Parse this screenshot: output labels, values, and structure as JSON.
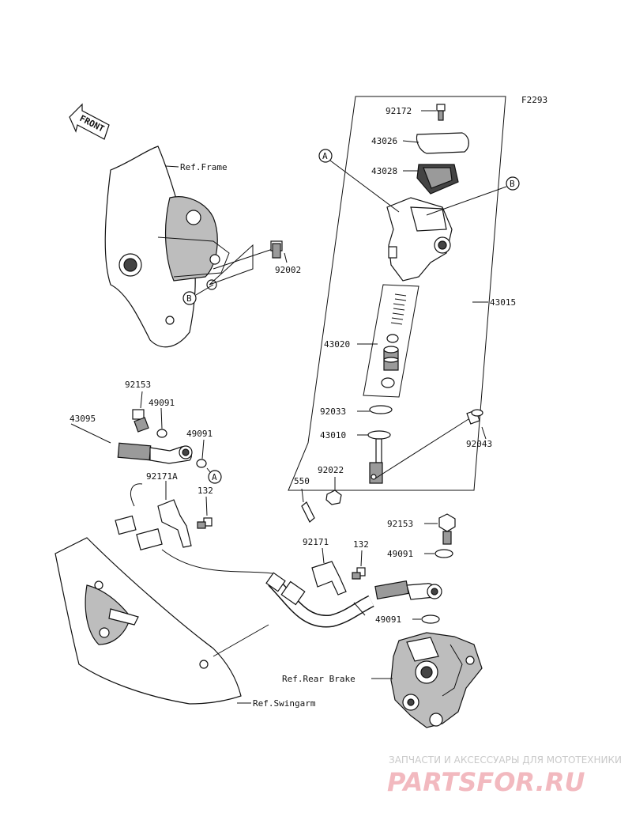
{
  "diagram_code": "F2293",
  "front_label": "FRONT",
  "callouts": {
    "a": "A",
    "b": "B"
  },
  "refs": {
    "frame": "Ref.Frame",
    "rear_brake": "Ref.Rear Brake",
    "swingarm": "Ref.Swingarm"
  },
  "parts": {
    "p92172": "92172",
    "p43026": "43026",
    "p43028": "43028",
    "p92002": "92002",
    "p43015": "43015",
    "p43020": "43020",
    "p92033": "92033",
    "p43010": "43010",
    "p92043": "92043",
    "p92022": "92022",
    "p550": "550",
    "p92153_top": "92153",
    "p49091_a": "49091",
    "p43095": "43095",
    "p49091_b": "49091",
    "p92171A": "92171A",
    "p132_a": "132",
    "p92153_bot": "92153",
    "p92171": "92171",
    "p132_b": "132",
    "p49091_c": "49091",
    "p49091_d": "49091"
  },
  "watermark": {
    "line1": "ЗАПЧАСТИ И АКСЕССУАРЫ ДЛЯ МОТОТЕХНИКИ",
    "line2": "PARTSFOR.RU",
    "color": "#f2b9bf"
  }
}
